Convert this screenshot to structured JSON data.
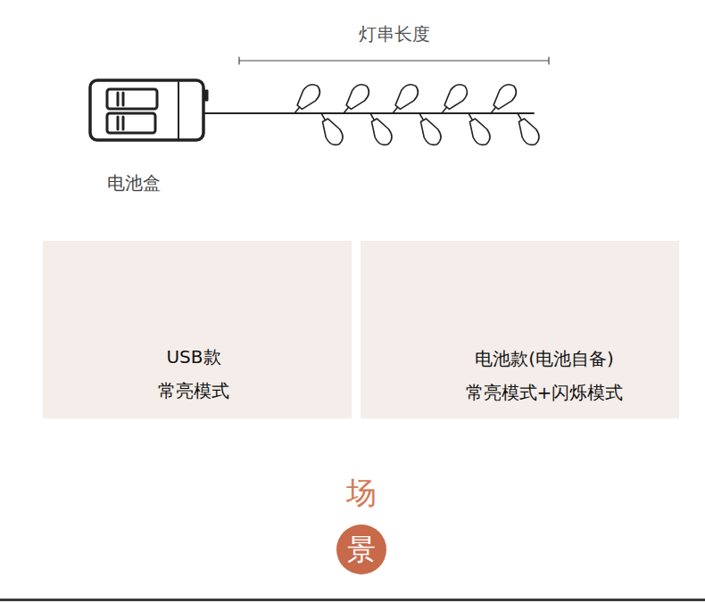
{
  "diagram": {
    "nodes": [
      {
        "text": [
          "USB款",
          "常亮模式"
        ]
      },
      {
        "text": [
          "电池款(电池自备)",
          "常亮模式+闪烁模式"
        ]
      },
      {
        "text": [
          "景"
        ]
      }
    ],
    "labels": [
      "灯串长度",
      "电池盒",
      "灯串长度",
      "灯串长度",
      "场"
    ]
  }
}
